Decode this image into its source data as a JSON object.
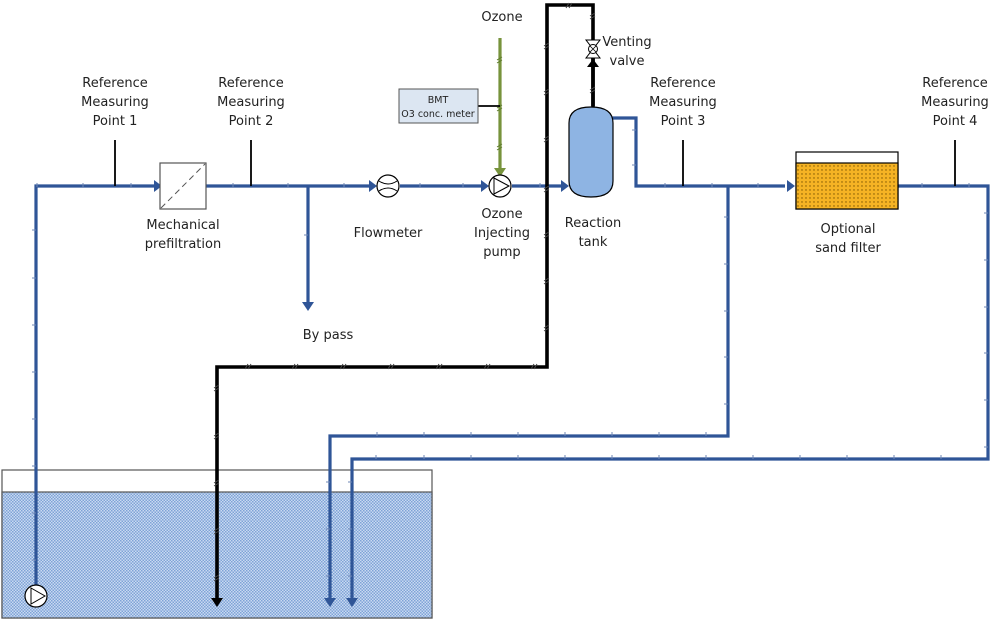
{
  "diagram": {
    "title": "Ozone water treatment process flow",
    "colors": {
      "water_pipe": "#2f5597",
      "gas_pipe": "#000000",
      "ozone_pipe": "#77933c",
      "reservoir_water": "#a9c4e8",
      "reaction_tank": "#8eb4e3",
      "sand_filter": "#f5b324",
      "meter_box": "#dce6f2"
    },
    "labels": {
      "ref_point_1": [
        "Reference",
        "Measuring",
        "Point 1"
      ],
      "ref_point_2": [
        "Reference",
        "Measuring",
        "Point 2"
      ],
      "ref_point_3": [
        "Reference",
        "Measuring",
        "Point 3"
      ],
      "ref_point_4": [
        "Reference",
        "Measuring",
        "Point 4"
      ],
      "prefiltration": [
        "Mechanical",
        "prefiltration"
      ],
      "flowmeter": "Flowmeter",
      "bypass": "By pass",
      "ozone_source": "Ozone",
      "meter_box": [
        "BMT",
        "O3 conc. meter"
      ],
      "injecting_pump": [
        "Ozone",
        "Injecting",
        "pump"
      ],
      "reaction_tank": [
        "Reaction",
        "tank"
      ],
      "venting_valve": [
        "Venting",
        "valve"
      ],
      "sand_filter": [
        "Optional",
        "sand filter"
      ]
    },
    "icons": {
      "prefilter": "filter-box-icon",
      "flowmeter": "flowmeter-icon",
      "injecting_pump": "pump-icon",
      "venting_valve": "valve-icon",
      "submersible_pump": "pump-icon"
    }
  }
}
